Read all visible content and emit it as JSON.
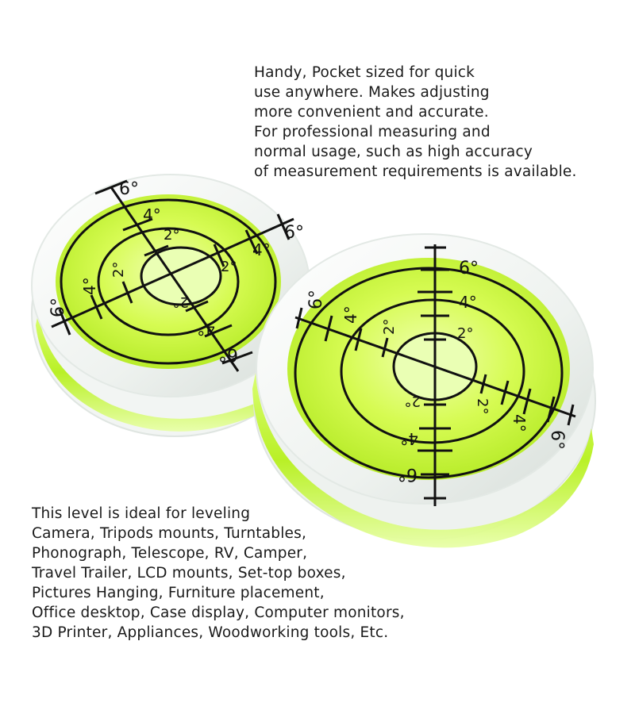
{
  "description_top": {
    "lines": [
      "Handy, Pocket sized for quick",
      "use anywhere. Makes adjusting",
      "more convenient and accurate.",
      "For professional measuring and",
      "normal usage, such as high accuracy",
      "of measurement requirements is available."
    ]
  },
  "description_bottom": {
    "lines": [
      "This level is ideal for leveling",
      "Camera, Tripods mounts, Turntables,",
      "Phonograph, Telescope, RV, Camper,",
      "Travel Trailer, LCD mounts, Set-top boxes,",
      "Pictures Hanging, Furniture placement,",
      "Office desktop, Case display, Computer monitors,",
      "3D Printer, Appliances, Woodworking tools, Etc."
    ]
  },
  "left_level": {
    "labels": [
      "6°",
      "4°",
      "2°"
    ]
  },
  "right_level": {
    "labels": [
      "6°",
      "4°",
      "2°"
    ]
  },
  "colors": {
    "liquid": "#c8f53c",
    "liquid_light": "#e6ff8a",
    "ink": "#111111",
    "rim": "#eef3f0"
  }
}
